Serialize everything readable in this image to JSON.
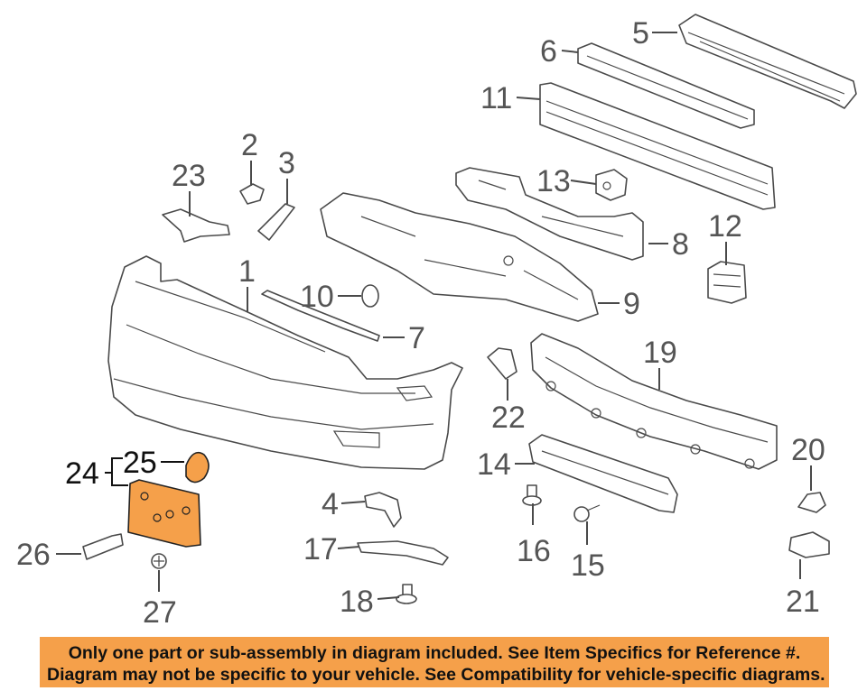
{
  "diagram": {
    "callouts": {
      "c1": "1",
      "c2": "2",
      "c3": "3",
      "c4": "4",
      "c5": "5",
      "c6": "6",
      "c7": "7",
      "c8": "8",
      "c9": "9",
      "c10": "10",
      "c11": "11",
      "c12": "12",
      "c13": "13",
      "c14": "14",
      "c15": "15",
      "c16": "16",
      "c17": "17",
      "c18": "18",
      "c19": "19",
      "c20": "20",
      "c21": "21",
      "c22": "22",
      "c23": "23",
      "c24": "24",
      "c25": "25",
      "c26": "26",
      "c27": "27"
    },
    "highlight_color": "#f5a04a",
    "line_color": "#4a4a4a"
  },
  "banner": {
    "line1": "Only one part or sub-assembly in diagram included. See Item Specifics for Reference #.",
    "line2": "Diagram may not be specific to your vehicle. See Compatibility for vehicle-specific diagrams.",
    "background": "#f5a04a"
  }
}
